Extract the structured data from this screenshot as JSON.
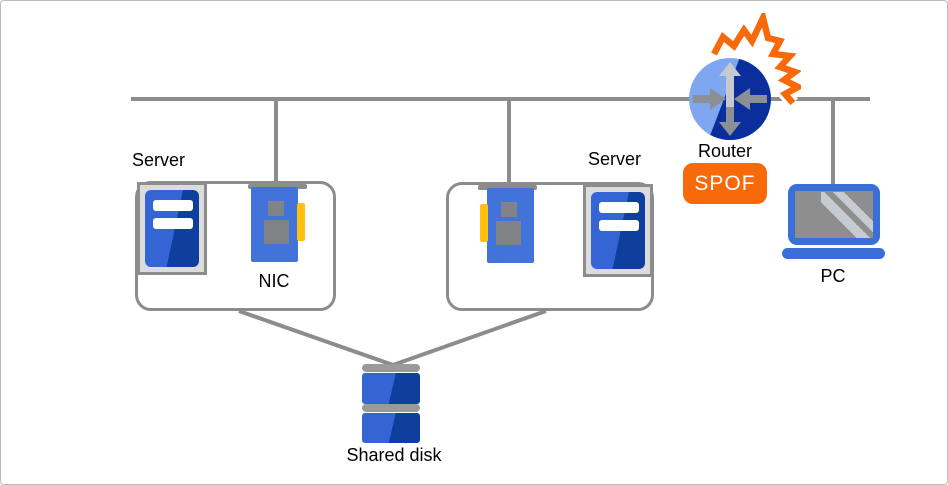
{
  "diagram_type": "network-cluster-diagram",
  "nodes": {
    "server_left": {
      "label": "Server",
      "icon": "server-tower-icon"
    },
    "nic_left": {
      "label": "NIC",
      "icon": "network-interface-card-icon"
    },
    "server_right": {
      "label": "Server",
      "icon": "server-tower-icon"
    },
    "nic_right": {
      "icon": "network-interface-card-icon"
    },
    "router": {
      "label": "Router",
      "badge": "SPOF",
      "icon": "router-circle-arrows-icon",
      "annotation": "failure-burst"
    },
    "pc": {
      "label": "PC",
      "icon": "laptop-icon"
    },
    "shared_disk": {
      "label": "Shared disk",
      "icon": "stacked-disk-icon"
    }
  },
  "connections": [
    {
      "from": "network-bus",
      "to": "nic-left"
    },
    {
      "from": "network-bus",
      "to": "nic-right"
    },
    {
      "from": "network-bus",
      "to": "router"
    },
    {
      "from": "network-bus",
      "to": "pc"
    },
    {
      "from": "server-group-left",
      "to": "shared-disk"
    },
    {
      "from": "server-group-right",
      "to": "shared-disk"
    }
  ],
  "colors": {
    "line_gray": "#8C8C8C",
    "icon_gray": "#808487",
    "frame_gray": "#DCDCDC",
    "blue": "#3565D4",
    "blue_dark": "#0E3E9E",
    "nic_blue": "#4273DB",
    "router_light": "#7FA6F0",
    "router_dark": "#0A2F9D",
    "yellow": "#FFC10D",
    "orange": "#F8690A",
    "pc_blue": "#3A6FD8",
    "screen_gray": "#8E8E8E",
    "disk_bar_gray": "#9A9A9A"
  }
}
